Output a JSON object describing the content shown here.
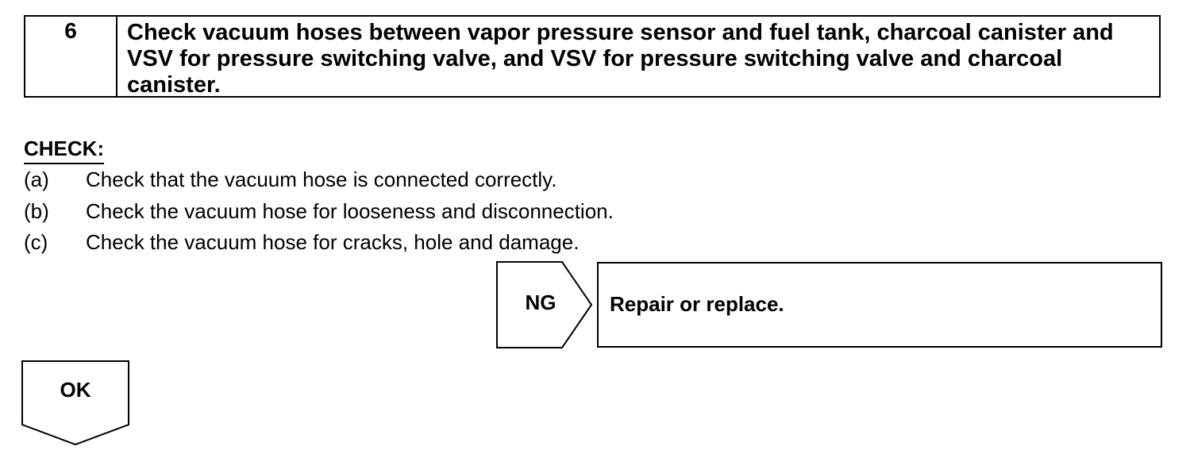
{
  "step": {
    "number": "6",
    "title": "Check vacuum hoses between vapor pressure sensor and fuel tank, charcoal canister and VSV for pressure switching valve, and VSV for pressure switching valve and charcoal canister."
  },
  "check": {
    "label": "CHECK:",
    "items": [
      {
        "letter": "(a)",
        "text": "Check that the vacuum hose is connected correctly."
      },
      {
        "letter": "(b)",
        "text": "Check the vacuum hose for looseness and disconnection."
      },
      {
        "letter": "(c)",
        "text": "Check the vacuum hose for cracks, hole and damage."
      }
    ]
  },
  "ng": {
    "label": "NG",
    "action": "Repair or replace."
  },
  "ok": {
    "label": "OK"
  }
}
